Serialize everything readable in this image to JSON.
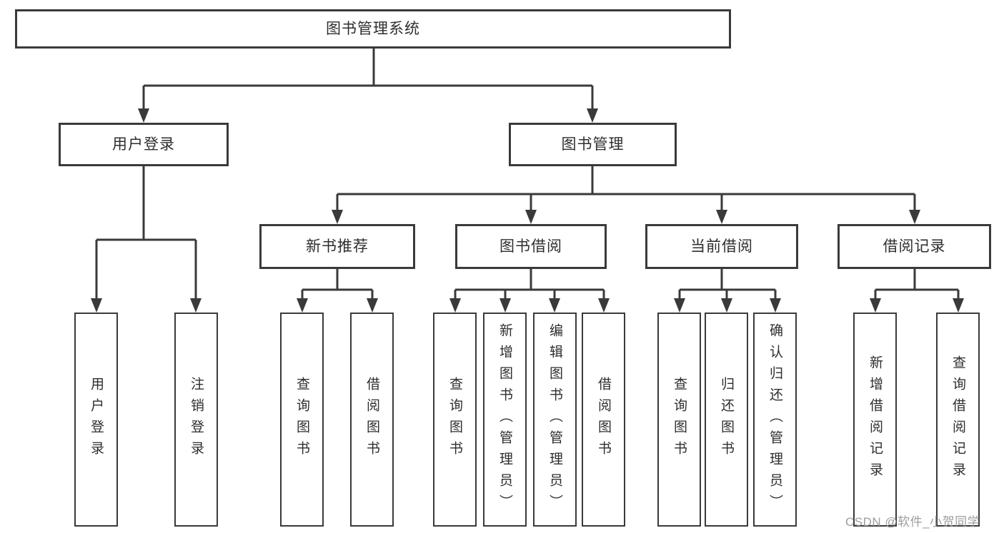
{
  "tree": {
    "label": "图书管理系统",
    "children": [
      {
        "label": "用户登录",
        "children": [
          {
            "label": "用户登录"
          },
          {
            "label": "注销登录"
          }
        ]
      },
      {
        "label": "图书管理",
        "children": [
          {
            "label": "新书推荐",
            "children": [
              {
                "label": "查询图书"
              },
              {
                "label": "借阅图书"
              }
            ]
          },
          {
            "label": "图书借阅",
            "children": [
              {
                "label": "查询图书"
              },
              {
                "label": "新增图书（管理员）"
              },
              {
                "label": "编辑图书（管理员）"
              },
              {
                "label": "借阅图书"
              }
            ]
          },
          {
            "label": "当前借阅",
            "children": [
              {
                "label": "查询图书"
              },
              {
                "label": "归还图书"
              },
              {
                "label": "确认归还（管理员）"
              }
            ]
          },
          {
            "label": "借阅记录",
            "children": [
              {
                "label": "新增借阅记录"
              },
              {
                "label": "查询借阅记录"
              }
            ]
          }
        ]
      }
    ]
  },
  "watermark": {
    "text": "CSDN @软件_小贺同学"
  },
  "colors": {
    "line": "#3a3a3a",
    "text": "#2e2e2e",
    "box_background": "#ffffff",
    "watermark": "#9d9d9d"
  }
}
